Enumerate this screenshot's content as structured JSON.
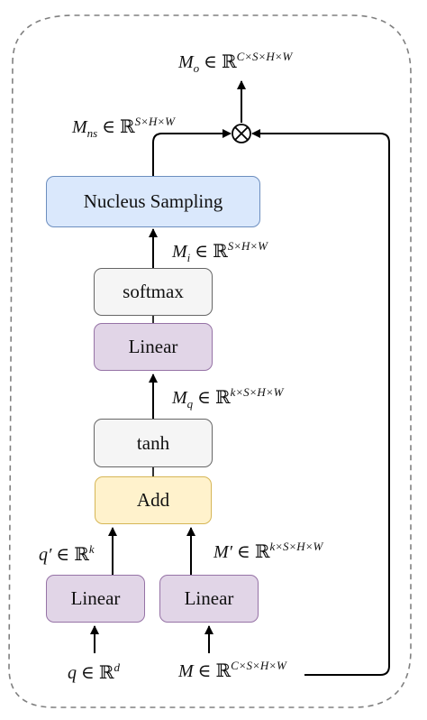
{
  "colors": {
    "blue_fill": "#dae8fc",
    "blue_stroke": "#6c8ebf",
    "gray_fill": "#f5f5f5",
    "gray_stroke": "#666666",
    "purple_fill": "#e1d5e7",
    "purple_stroke": "#9673a6",
    "yellow_fill": "#fff2cc",
    "yellow_stroke": "#d6b656",
    "frame": "#808080"
  },
  "nodes": {
    "nucleus_sampling": "Nucleus Sampling",
    "softmax": "softmax",
    "linear_top": "Linear",
    "tanh": "tanh",
    "add": "Add",
    "linear_left": "Linear",
    "linear_right": "Linear",
    "multiply_symbol": "⊗"
  },
  "labels": {
    "m_o": {
      "base": "M",
      "sub": "o",
      "set": "ℝ",
      "sup": "C×S×H×W"
    },
    "m_ns": {
      "base": "M",
      "sub": "ns",
      "set": "ℝ",
      "sup": "S×H×W"
    },
    "m_i": {
      "base": "M",
      "sub": "i",
      "set": "ℝ",
      "sup": "S×H×W"
    },
    "m_q": {
      "base": "M",
      "sub": "q",
      "set": "ℝ",
      "sup": "k×S×H×W"
    },
    "q_prime": {
      "base": "q′",
      "set": "ℝ",
      "sup": "k"
    },
    "m_prime": {
      "base": "M′",
      "set": "ℝ",
      "sup": "k×S×H×W"
    },
    "q": {
      "base": "q",
      "set": "ℝ",
      "sup": "d"
    },
    "m": {
      "base": "M",
      "set": "ℝ",
      "sup": "C×S×H×W"
    }
  },
  "relation_symbol": "∈"
}
